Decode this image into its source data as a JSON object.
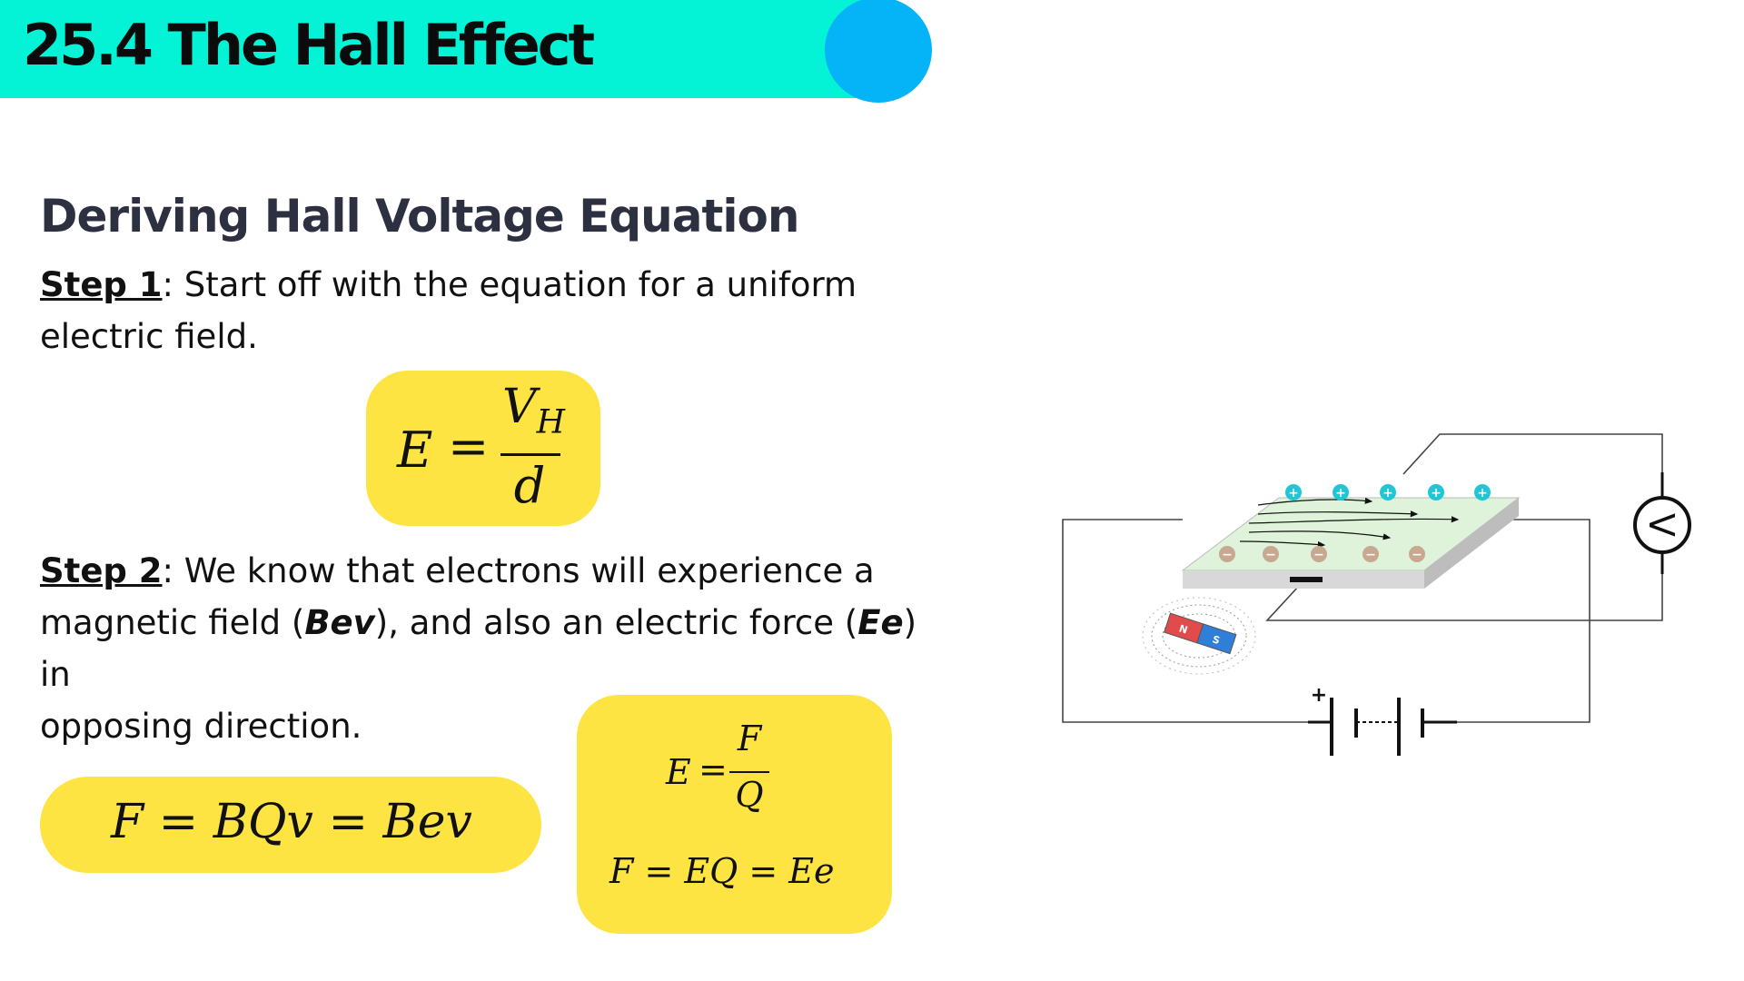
{
  "header": {
    "title": "25.4 The Hall Effect"
  },
  "section": {
    "heading": "Deriving Hall Voltage Equation"
  },
  "step1": {
    "label": "Step 1",
    "text_a": ": Start off with the equation for a uniform",
    "text_b": "electric field."
  },
  "step2": {
    "label": "Step 2",
    "text_a": ": We know that electrons will experience a",
    "text_b": "magnetic field (",
    "bev": "Bev",
    "text_c": "), and also an electric force (",
    "ee": "Ee",
    "text_d": ") in",
    "text_e": "opposing direction."
  },
  "eq_field": {
    "lhs": "E",
    "eq": "=",
    "num": "V",
    "num_sub": "H",
    "den": "d"
  },
  "eq_magnetic": {
    "text": "F = BQv = Bev"
  },
  "eq_electric": {
    "lhs": "E",
    "eq": "=",
    "num": "F",
    "den": "Q",
    "line2": "F = EQ = Ee"
  },
  "diagram": {
    "plus_charge": "+",
    "minus_charge": "−",
    "battery_plus": "+",
    "voltmeter": "V",
    "magnet_n": "N",
    "magnet_s": "S"
  },
  "colors": {
    "title_bar": "#04f3d6",
    "title_circle": "#05b3f7",
    "equation_box": "#fde442",
    "positive": "#1ec6d6",
    "negative": "#c8a890",
    "plate_top": "#dff2da"
  }
}
